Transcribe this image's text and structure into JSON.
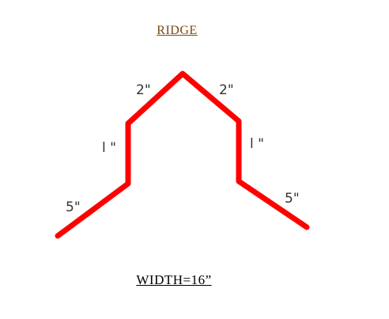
{
  "title": "RIDGE",
  "width_label": "WIDTH=16”",
  "line_color": "#ff0000",
  "segments": [
    {
      "id": "left-flange",
      "label": "5\""
    },
    {
      "id": "left-riser",
      "label": "l \""
    },
    {
      "id": "left-slope",
      "label": "2\""
    },
    {
      "id": "right-slope",
      "label": "2\""
    },
    {
      "id": "right-riser",
      "label": "l \""
    },
    {
      "id": "right-flange",
      "label": "5\""
    }
  ]
}
